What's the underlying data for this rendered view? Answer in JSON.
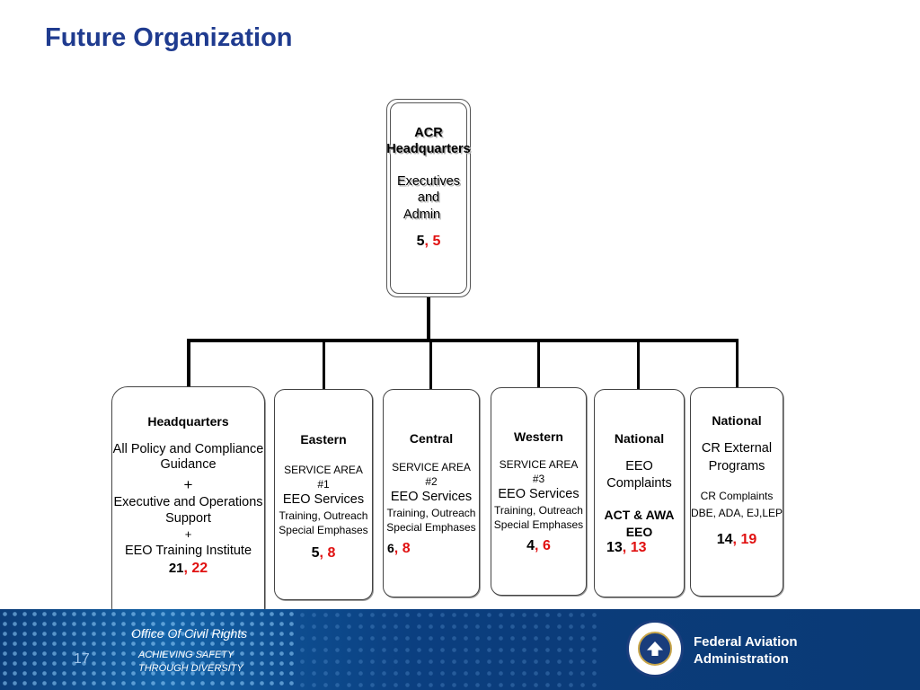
{
  "title": "Future Organization",
  "acr": {
    "line1": "ACR",
    "line2": "Headquarters",
    "line3": "Executives",
    "line4": "and",
    "line5": "Admin",
    "count_a": "5",
    "count_b": ", 5"
  },
  "units": {
    "headquarters": {
      "name": "Headquarters",
      "l1": "All Policy and Compliance",
      "l2": "Guidance",
      "plus1": "+",
      "l3": "Executive and Operations",
      "l4": "Support",
      "plus2": "+",
      "l5": "EEO Training Institute",
      "count_a": "21",
      "count_b": ", 22"
    },
    "eastern": {
      "name": "Eastern",
      "l1": "SERVICE AREA",
      "l2": "#1",
      "l3": "EEO Services",
      "l4": "Training, Outreach",
      "l5": "Special Emphases",
      "count_a": "5",
      "count_b": ", 8"
    },
    "central": {
      "name": "Central",
      "l1": "SERVICE AREA",
      "l2": "#2",
      "l3": "EEO Services",
      "l4": "Training, Outreach",
      "l5": "Special Emphases",
      "count_a": "6",
      "count_b": ", 8"
    },
    "western": {
      "name": "Western",
      "l1": "SERVICE AREA",
      "l2": "#3",
      "l3": "EEO Services",
      "l4": "Training, Outreach",
      "l5": "Special Emphases",
      "count_a": "4",
      "count_b": ", 6"
    },
    "national_eeo": {
      "name": "National",
      "l1": "EEO",
      "l2": "Complaints",
      "l3": "ACT & AWA",
      "l4": "EEO",
      "count_a": "13",
      "count_b": ", 13"
    },
    "national_cr": {
      "name": "National",
      "l1": "CR External",
      "l2": "Programs",
      "l3": "CR Complaints",
      "l4": "DBE, ADA, EJ,LEP",
      "count_a": "14",
      "count_b": ", 19"
    }
  },
  "footer": {
    "page_number": "17",
    "office": "Office Of Civil Rights",
    "tagline1": "ACHIEVING SAFETY",
    "tagline2": "THROUGH DIVERSITY",
    "agency1": "Federal Aviation",
    "agency2": "Administration"
  }
}
